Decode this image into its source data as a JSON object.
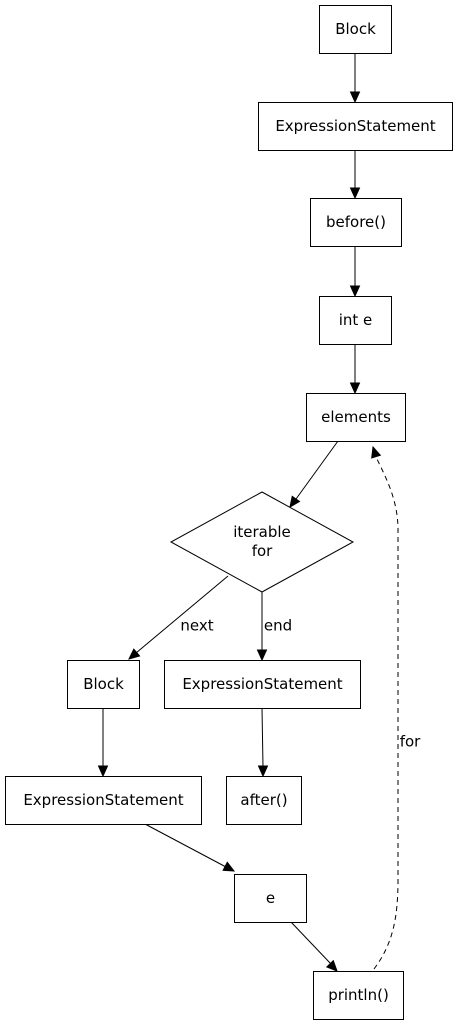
{
  "diagram": {
    "nodes": [
      {
        "id": "block1",
        "label": [
          "Block"
        ]
      },
      {
        "id": "exprstmt1",
        "label": [
          "ExpressionStatement"
        ]
      },
      {
        "id": "before",
        "label": [
          "before()"
        ]
      },
      {
        "id": "inte",
        "label": [
          "int e"
        ]
      },
      {
        "id": "elements",
        "label": [
          "elements"
        ]
      },
      {
        "id": "iterable",
        "label": [
          "iterable",
          "for"
        ]
      },
      {
        "id": "block2",
        "label": [
          "Block"
        ]
      },
      {
        "id": "exprstmt2",
        "label": [
          "ExpressionStatement"
        ]
      },
      {
        "id": "exprstmt3",
        "label": [
          "ExpressionStatement"
        ]
      },
      {
        "id": "after",
        "label": [
          "after()"
        ]
      },
      {
        "id": "e",
        "label": [
          "e"
        ]
      },
      {
        "id": "println",
        "label": [
          "println()"
        ]
      }
    ],
    "edges": [
      {
        "from": "block1",
        "to": "exprstmt1",
        "label": ""
      },
      {
        "from": "exprstmt1",
        "to": "before",
        "label": ""
      },
      {
        "from": "before",
        "to": "inte",
        "label": ""
      },
      {
        "from": "inte",
        "to": "elements",
        "label": ""
      },
      {
        "from": "elements",
        "to": "iterable",
        "label": ""
      },
      {
        "from": "iterable",
        "to": "block2",
        "label": "next"
      },
      {
        "from": "iterable",
        "to": "exprstmt2",
        "label": "end"
      },
      {
        "from": "block2",
        "to": "exprstmt3",
        "label": ""
      },
      {
        "from": "exprstmt2",
        "to": "after",
        "label": ""
      },
      {
        "from": "exprstmt3",
        "to": "e",
        "label": ""
      },
      {
        "from": "e",
        "to": "println",
        "label": ""
      },
      {
        "from": "println",
        "to": "elements",
        "label": "for",
        "style": "dashed"
      }
    ]
  }
}
